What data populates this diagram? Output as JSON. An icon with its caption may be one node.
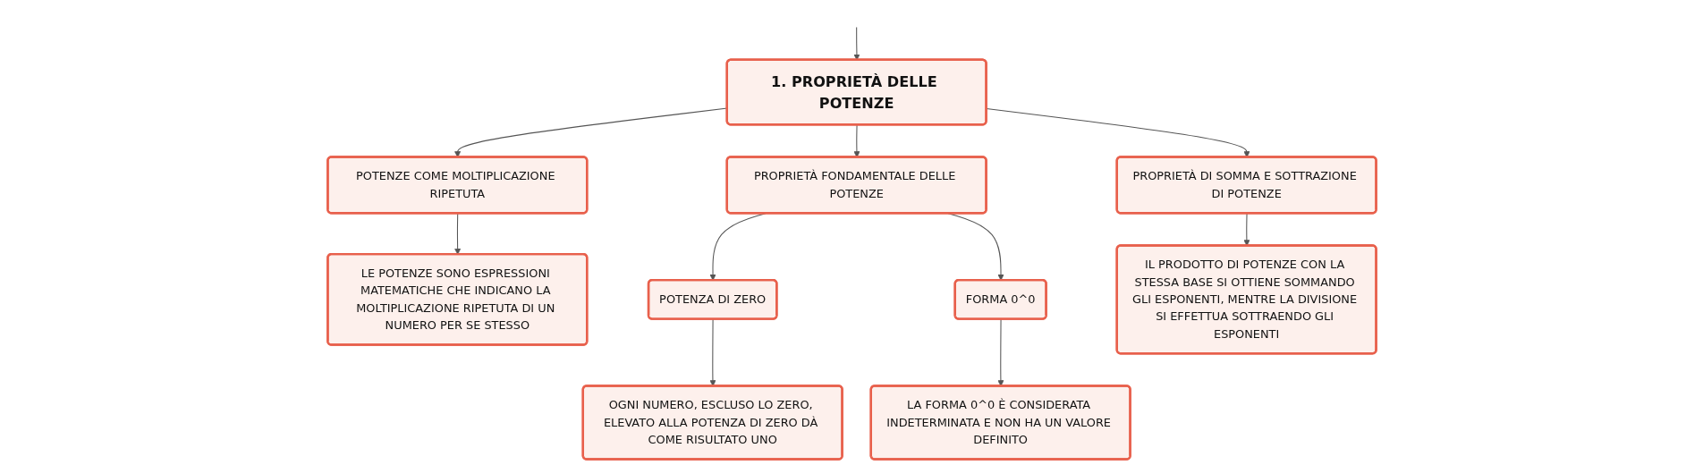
{
  "diagram": {
    "nodes": [
      {
        "text": [
          "1. PROPRIETÀ DELLE POTENZE"
        ]
      },
      {
        "text": [
          "POTENZE COME MOLTIPLICAZIONE RIPETUTA"
        ]
      },
      {
        "text": [
          "LE POTENZE SONO ESPRESSIONI MATEMATICHE CHE INDICANO LA MOLTIPLICAZIONE RIPETUTA DI UN NUMERO PER SE STESSO"
        ]
      },
      {
        "text": [
          "PROPRIETÀ FONDAMENTALE DELLE POTENZE"
        ]
      },
      {
        "text": [
          "POTENZA DI ZERO"
        ]
      },
      {
        "text": [
          "OGNI NUMERO, ESCLUSO LO ZERO, ELEVATO ALLA POTENZA DI ZERO DÀ COME RISULTATO UNO"
        ]
      },
      {
        "text": [
          "FORMA 0^0"
        ]
      },
      {
        "text": [
          "LA FORMA 0^0 È CONSIDERATA INDETERMINATA E NON HA UN VALORE DEFINITO"
        ]
      },
      {
        "text": [
          "PROPRIETÀ DI SOMMA E SOTTRAZIONE DI POTENZE"
        ]
      },
      {
        "text": [
          "IL PRODOTTO DI POTENZE CON LA STESSA BASE SI OTTIENE SOMMANDO GLI ESPONENTI, MENTRE LA DIVISIONE SI EFFETTUA SOTTRAENDO GLI ESPONENTI"
        ]
      }
    ],
    "edges": [
      {
        "from": null,
        "to": 0,
        "arrow": "to"
      },
      {
        "from": 0,
        "to": 1,
        "arrow": "to"
      },
      {
        "from": 1,
        "to": 2,
        "arrow": "to"
      },
      {
        "from": 0,
        "to": 3,
        "arrow": "to"
      },
      {
        "from": 3,
        "to": 4,
        "arrow": "to"
      },
      {
        "from": 4,
        "to": 5,
        "arrow": "to"
      },
      {
        "from": 3,
        "to": 6,
        "arrow": "to"
      },
      {
        "from": 6,
        "to": 7,
        "arrow": "to"
      },
      {
        "from": 0,
        "to": 8,
        "arrow": "to"
      },
      {
        "from": 8,
        "to": 9,
        "arrow": "to"
      }
    ]
  }
}
